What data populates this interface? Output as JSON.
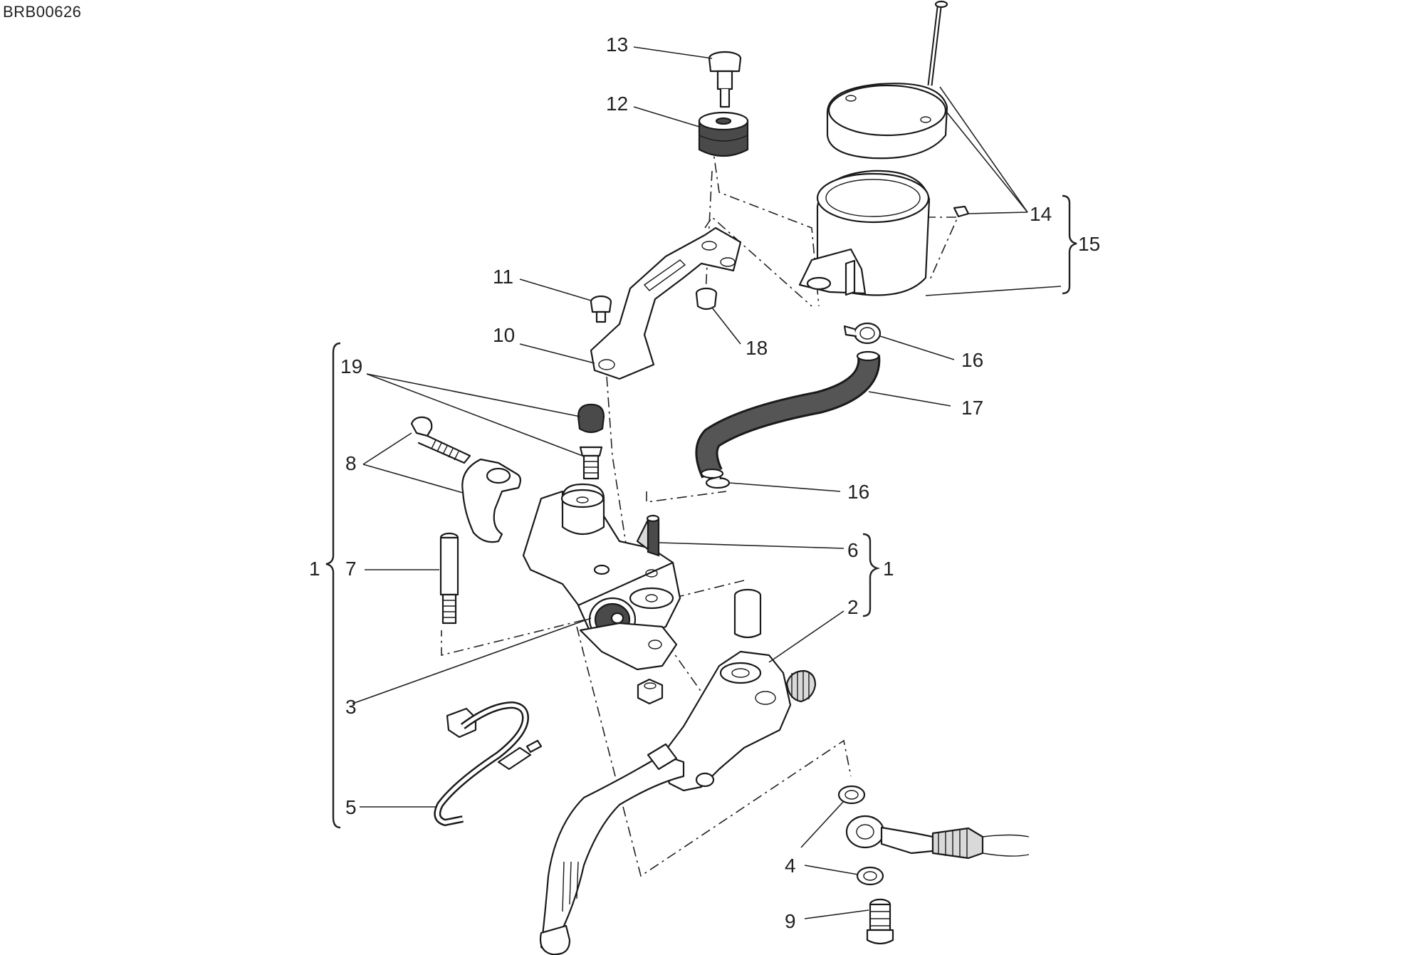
{
  "drawing_code": "BRB00626",
  "callouts": [
    {
      "id": "c13",
      "text": "13"
    },
    {
      "id": "c12",
      "text": "12"
    },
    {
      "id": "c11",
      "text": "11"
    },
    {
      "id": "c10",
      "text": "10"
    },
    {
      "id": "c18",
      "text": "18"
    },
    {
      "id": "c19",
      "text": "19"
    },
    {
      "id": "c8",
      "text": "8"
    },
    {
      "id": "c7",
      "text": "7"
    },
    {
      "id": "c1a",
      "text": "1"
    },
    {
      "id": "c3",
      "text": "3"
    },
    {
      "id": "c5",
      "text": "5"
    },
    {
      "id": "c14",
      "text": "14"
    },
    {
      "id": "c15",
      "text": "15"
    },
    {
      "id": "c16a",
      "text": "16"
    },
    {
      "id": "c17",
      "text": "17"
    },
    {
      "id": "c16b",
      "text": "16"
    },
    {
      "id": "c6",
      "text": "6"
    },
    {
      "id": "c1b",
      "text": "1"
    },
    {
      "id": "c2",
      "text": "2"
    },
    {
      "id": "c4",
      "text": "4"
    },
    {
      "id": "c9",
      "text": "9"
    }
  ]
}
